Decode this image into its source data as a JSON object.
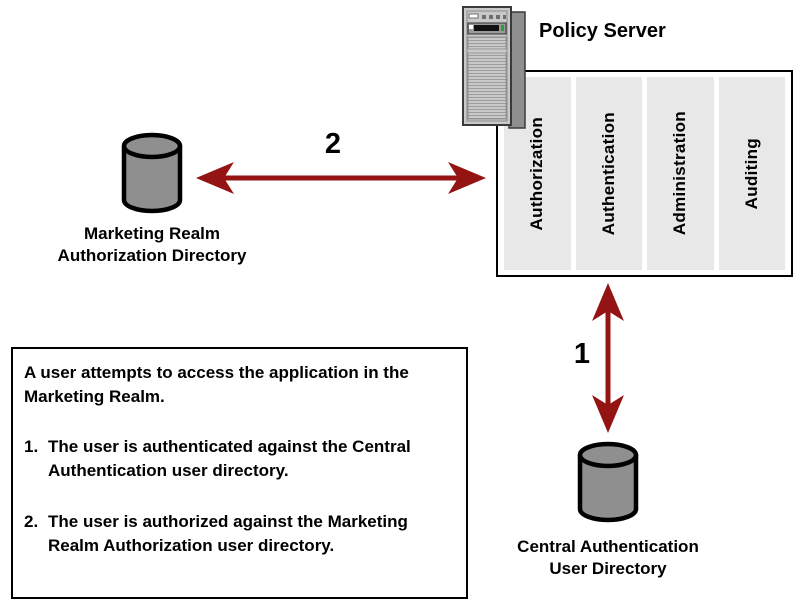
{
  "policy_server": {
    "title": "Policy Server",
    "components": [
      "Authorization",
      "Authentication",
      "Administration",
      "Auditing"
    ]
  },
  "marketing_directory": {
    "label_line1": "Marketing Realm",
    "label_line2": "Authorization Directory"
  },
  "central_directory": {
    "label_line1": "Central Authentication",
    "label_line2": "User Directory"
  },
  "arrows": {
    "authentication_flow_number": "1",
    "authorization_flow_number": "2"
  },
  "note_box": {
    "intro": "A user attempts to access the application in the Marketing Realm.",
    "steps": [
      {
        "number": "1.",
        "text": "The user is authenticated against the Central Authentication user directory."
      },
      {
        "number": "2.",
        "text": "The user is authorized against the Marketing Realm Authorization user directory."
      }
    ]
  },
  "colors": {
    "arrow": "#941414",
    "column_bg": "#e8e8e8",
    "cylinder_fill": "#8f8f8f",
    "led_green": "#2e9e2e"
  }
}
